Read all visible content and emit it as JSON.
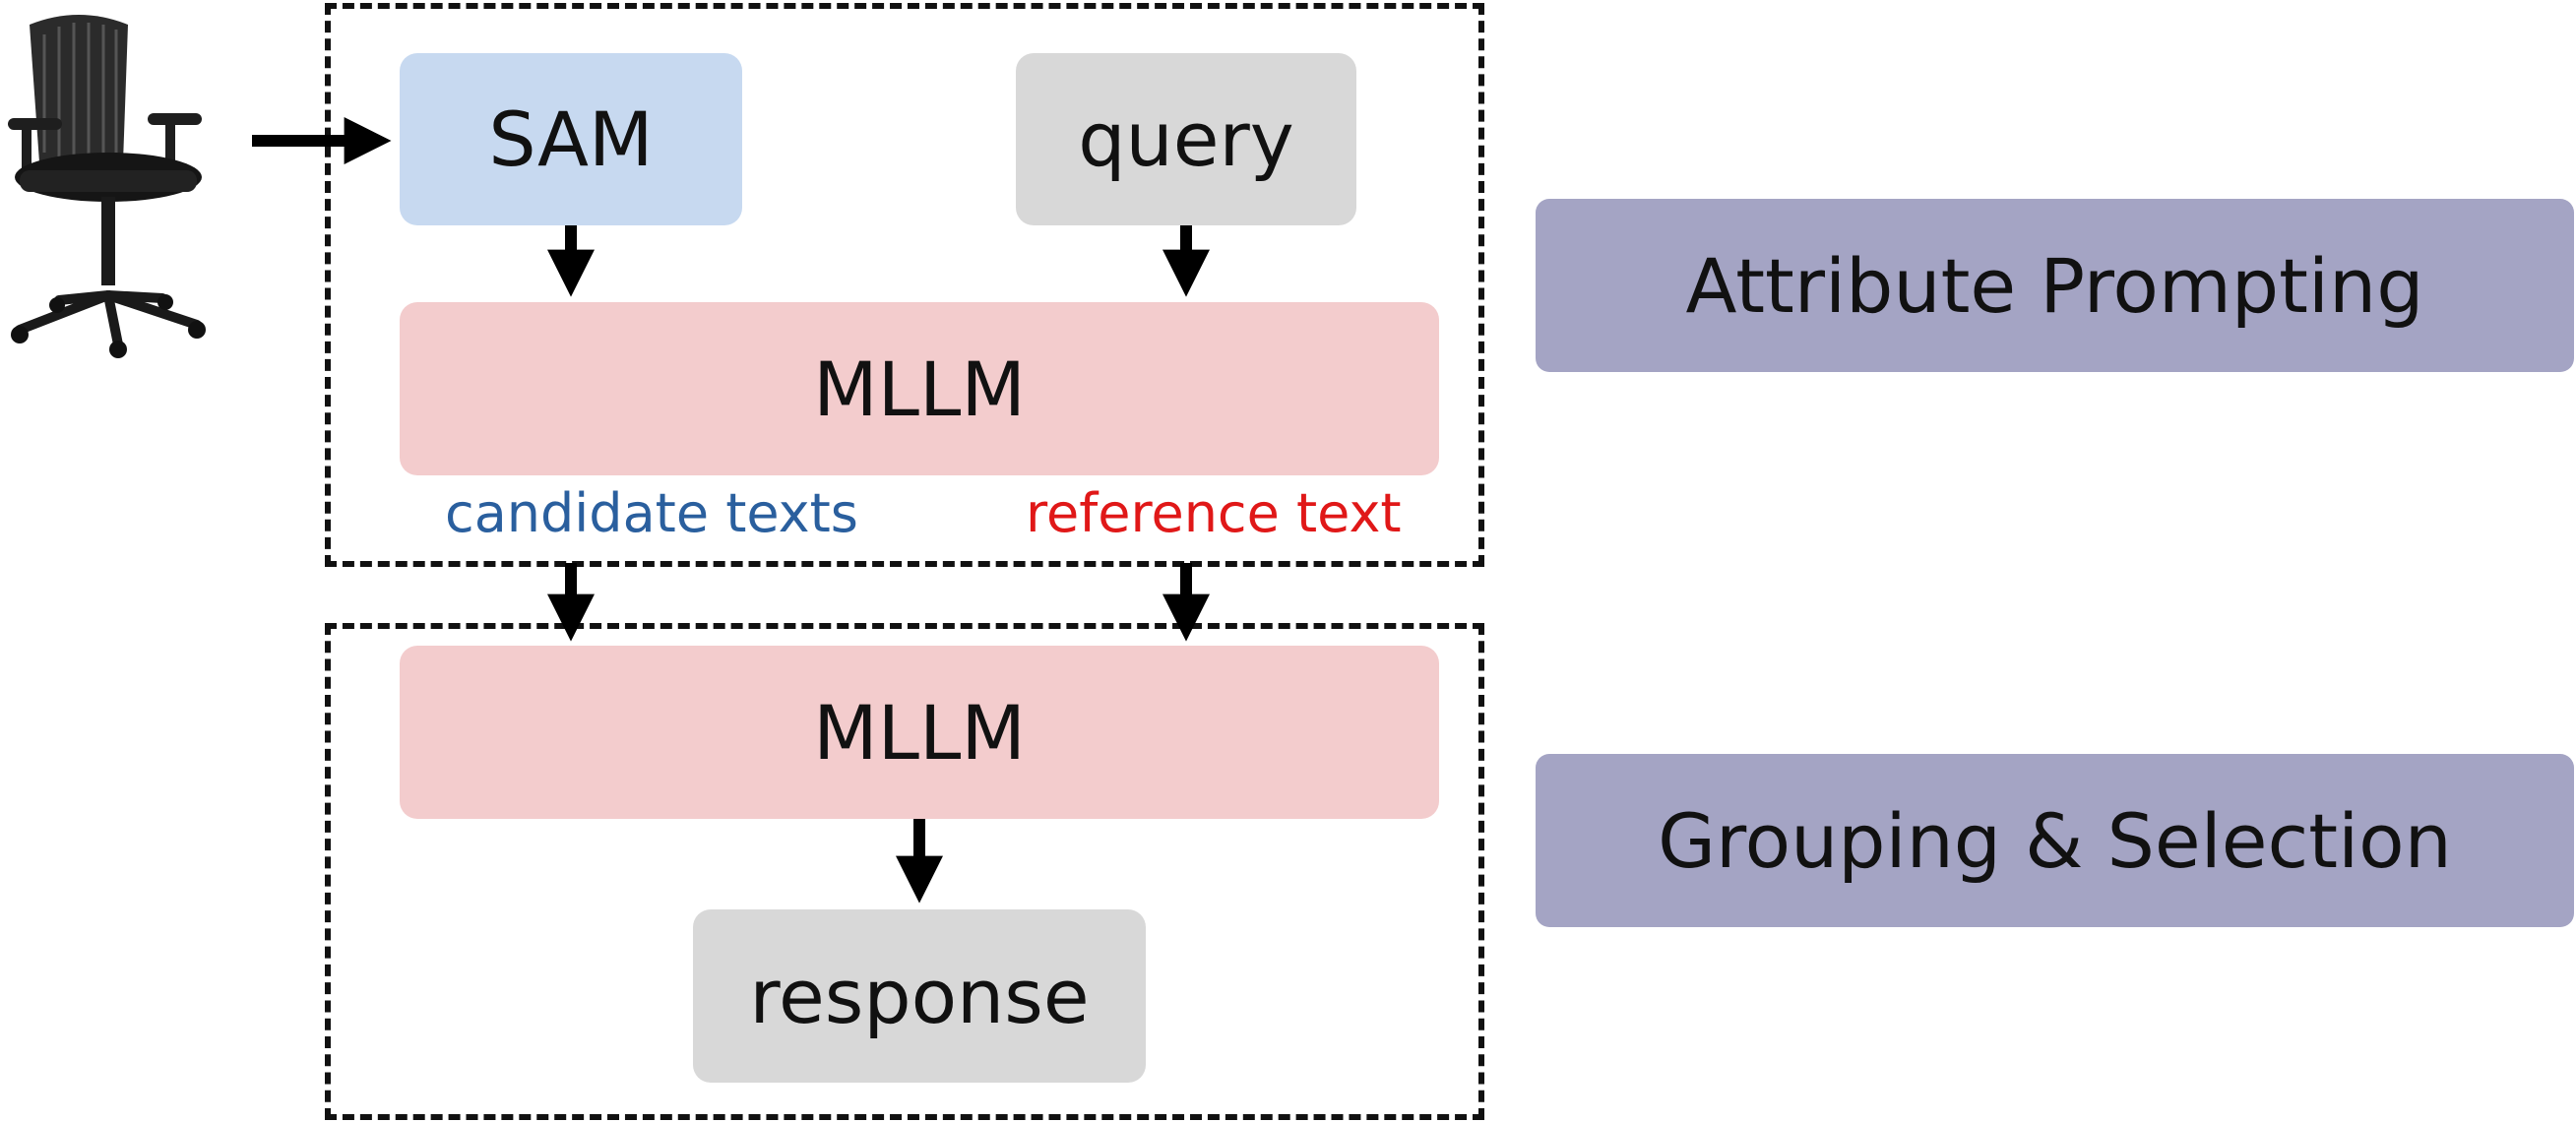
{
  "nodes": {
    "sam": "SAM",
    "query": "query",
    "mllm_top": "MLLM",
    "mllm_bottom": "MLLM",
    "response": "response"
  },
  "labels": {
    "candidate_texts": "candidate texts",
    "reference_text": "reference text"
  },
  "stages": {
    "attribute_prompting": "Attribute Prompting",
    "grouping_selection": "Grouping & Selection"
  },
  "colors": {
    "sam": "#c7d9f0",
    "query_response": "#d8d8d8",
    "mllm": "#f3cccd",
    "stage": "#a4a4c4",
    "candidate_texts": "#2a5f9e",
    "reference_text": "#e01818"
  },
  "input_image_icon": "office-chair-icon"
}
